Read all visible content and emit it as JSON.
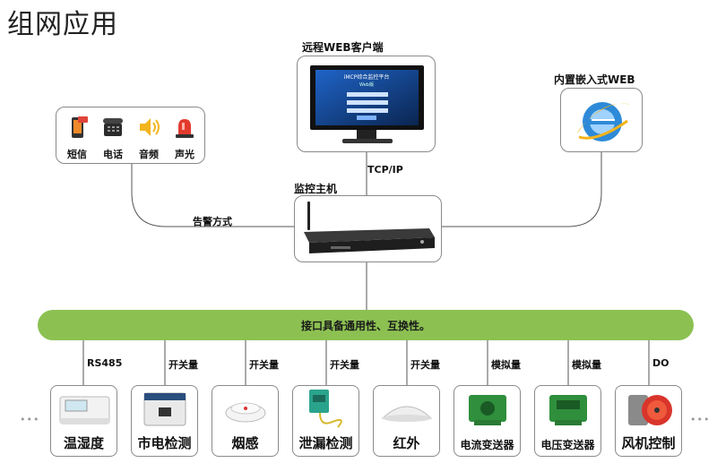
{
  "title": "组网应用",
  "remote_web": {
    "label": "远程WEB客户端",
    "screen_title": "iMCP综合监控平台",
    "screen_sub": "Web版"
  },
  "embedded_web": {
    "label": "内置嵌入式WEB"
  },
  "protocol": "TCP/IP",
  "host": {
    "label": "监控主机"
  },
  "alarm": {
    "label": "告警方式",
    "items": [
      {
        "label": "短信",
        "icon": "sms-phone-icon"
      },
      {
        "label": "电话",
        "icon": "desk-phone-icon"
      },
      {
        "label": "音频",
        "icon": "speaker-icon"
      },
      {
        "label": "声光",
        "icon": "alarm-light-icon"
      }
    ]
  },
  "bus": {
    "label": "接口具备通用性、互换性。"
  },
  "devices": [
    {
      "name": "温湿度",
      "conn": "RS485",
      "icon": "temp-humidity-sensor-icon"
    },
    {
      "name": "市电检测",
      "conn": "开关量",
      "icon": "mains-detector-icon"
    },
    {
      "name": "烟感",
      "conn": "开关量",
      "icon": "smoke-detector-icon"
    },
    {
      "name": "泄漏检测",
      "conn": "开关量",
      "icon": "leak-detector-icon"
    },
    {
      "name": "红外",
      "conn": "开关量",
      "icon": "infrared-detector-icon"
    },
    {
      "name": "电流变送器",
      "conn": "模拟量",
      "icon": "current-transmitter-icon"
    },
    {
      "name": "电压变送器",
      "conn": "模拟量",
      "icon": "voltage-transmitter-icon"
    },
    {
      "name": "风机控制",
      "conn": "DO",
      "icon": "fan-icon"
    }
  ],
  "colors": {
    "bus": "#8cc152",
    "border": "#8a8a8a",
    "line": "#555555"
  }
}
